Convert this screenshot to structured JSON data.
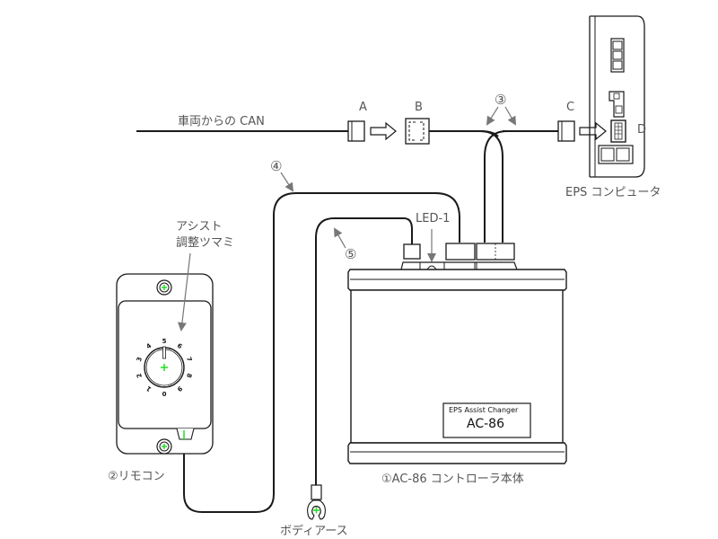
{
  "labels": {
    "can_from_vehicle": "車両からの CAN",
    "connector_a": "A",
    "connector_b": "B",
    "connector_c": "C",
    "connector_d": "D",
    "cable_3": "③",
    "cable_4": "④",
    "cable_5": "⑤",
    "eps_computer": "EPS コンピュータ",
    "led_1": "LED-1",
    "assist_knob_line1": "アシスト",
    "assist_knob_line2": "調整ツマミ",
    "remote": "②リモコン",
    "controller": "①AC-86 コントローラ本体",
    "body_earth": "ボディアース",
    "nameplate_line1": "EPS Assist Changer",
    "nameplate_line2": "AC-86"
  },
  "dial": {
    "scale": [
      "0",
      "1",
      "2",
      "3",
      "4",
      "5",
      "6",
      "7",
      "8",
      "9"
    ],
    "current_setting": "5"
  },
  "colors": {
    "line": "#1a1a1a",
    "label": "#555555",
    "arrow": "#777777",
    "center_mark": "#22dd22"
  }
}
